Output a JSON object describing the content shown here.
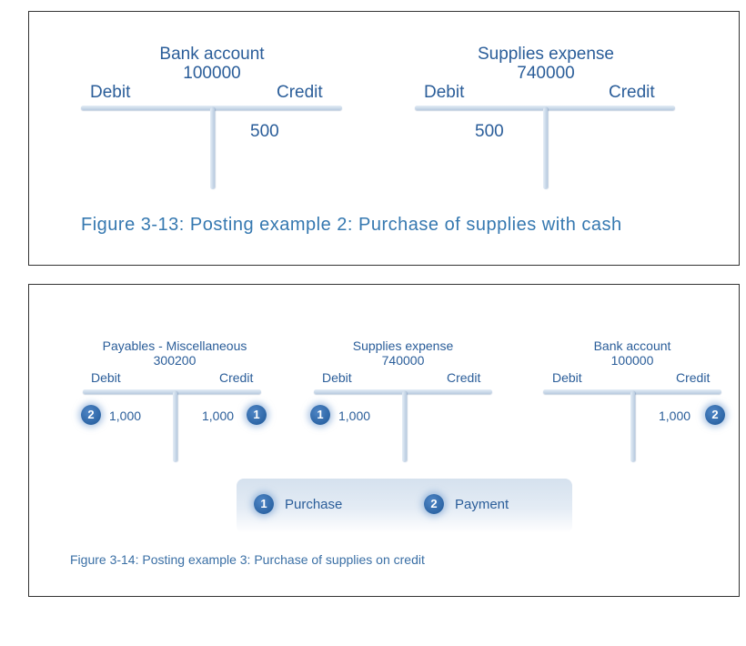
{
  "figure1": {
    "accounts": [
      {
        "title": "Bank account",
        "number": "100000",
        "debit_label": "Debit",
        "credit_label": "Credit",
        "debit_amount": "",
        "credit_amount": "500"
      },
      {
        "title": "Supplies expense",
        "number": "740000",
        "debit_label": "Debit",
        "credit_label": "Credit",
        "debit_amount": "500",
        "credit_amount": ""
      }
    ],
    "caption": "Figure 3-13: Posting example 2: Purchase of supplies with cash"
  },
  "figure2": {
    "accounts": [
      {
        "title": "Payables - Miscellaneous",
        "number": "300200",
        "debit_label": "Debit",
        "credit_label": "Credit",
        "debit_amount": "1,000",
        "debit_badge": "2",
        "credit_amount": "1,000",
        "credit_badge": "1"
      },
      {
        "title": "Supplies expense",
        "number": "740000",
        "debit_label": "Debit",
        "credit_label": "Credit",
        "debit_amount": "1,000",
        "debit_badge": "1",
        "credit_amount": "",
        "credit_badge": ""
      },
      {
        "title": "Bank account",
        "number": "100000",
        "debit_label": "Debit",
        "credit_label": "Credit",
        "debit_amount": "",
        "debit_badge": "",
        "credit_amount": "1,000",
        "credit_badge": "2"
      }
    ],
    "legend": [
      {
        "badge": "1",
        "label": "Purchase"
      },
      {
        "badge": "2",
        "label": "Payment"
      }
    ],
    "caption": "Figure 3-14: Posting example 3: Purchase of supplies on credit"
  }
}
